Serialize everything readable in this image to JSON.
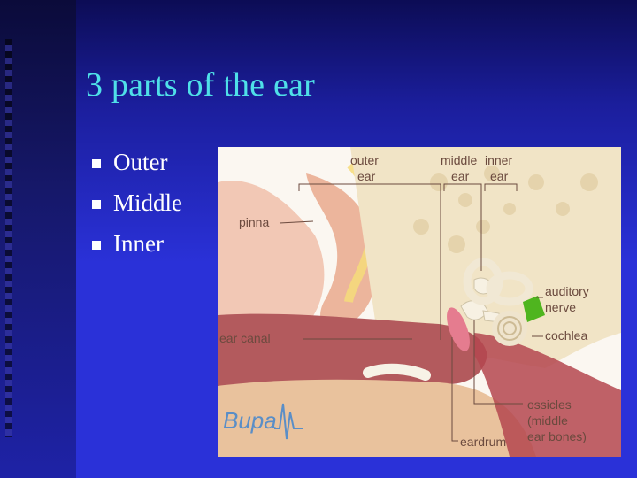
{
  "slide": {
    "title": "3 parts of the ear",
    "bullets": [
      "Outer",
      "Middle",
      "Inner"
    ]
  },
  "figure": {
    "labels": {
      "outer_ear_1": "outer",
      "outer_ear_2": "ear",
      "middle_ear_1": "middle",
      "middle_ear_2": "ear",
      "inner_ear_1": "inner",
      "inner_ear_2": "ear",
      "pinna": "pinna",
      "ear_canal": "ear canal",
      "auditory_nerve_1": "auditory",
      "auditory_nerve_2": "nerve",
      "cochlea": "cochlea",
      "ossicles_1": "ossicles",
      "ossicles_2": "(middle",
      "ossicles_3": "ear bones)",
      "eardrum": "eardrum"
    },
    "logo_text": "Bupa"
  },
  "colors": {
    "title": "#4fe0e8",
    "background": "#2a31d8",
    "bullet_text": "#ffffff"
  }
}
